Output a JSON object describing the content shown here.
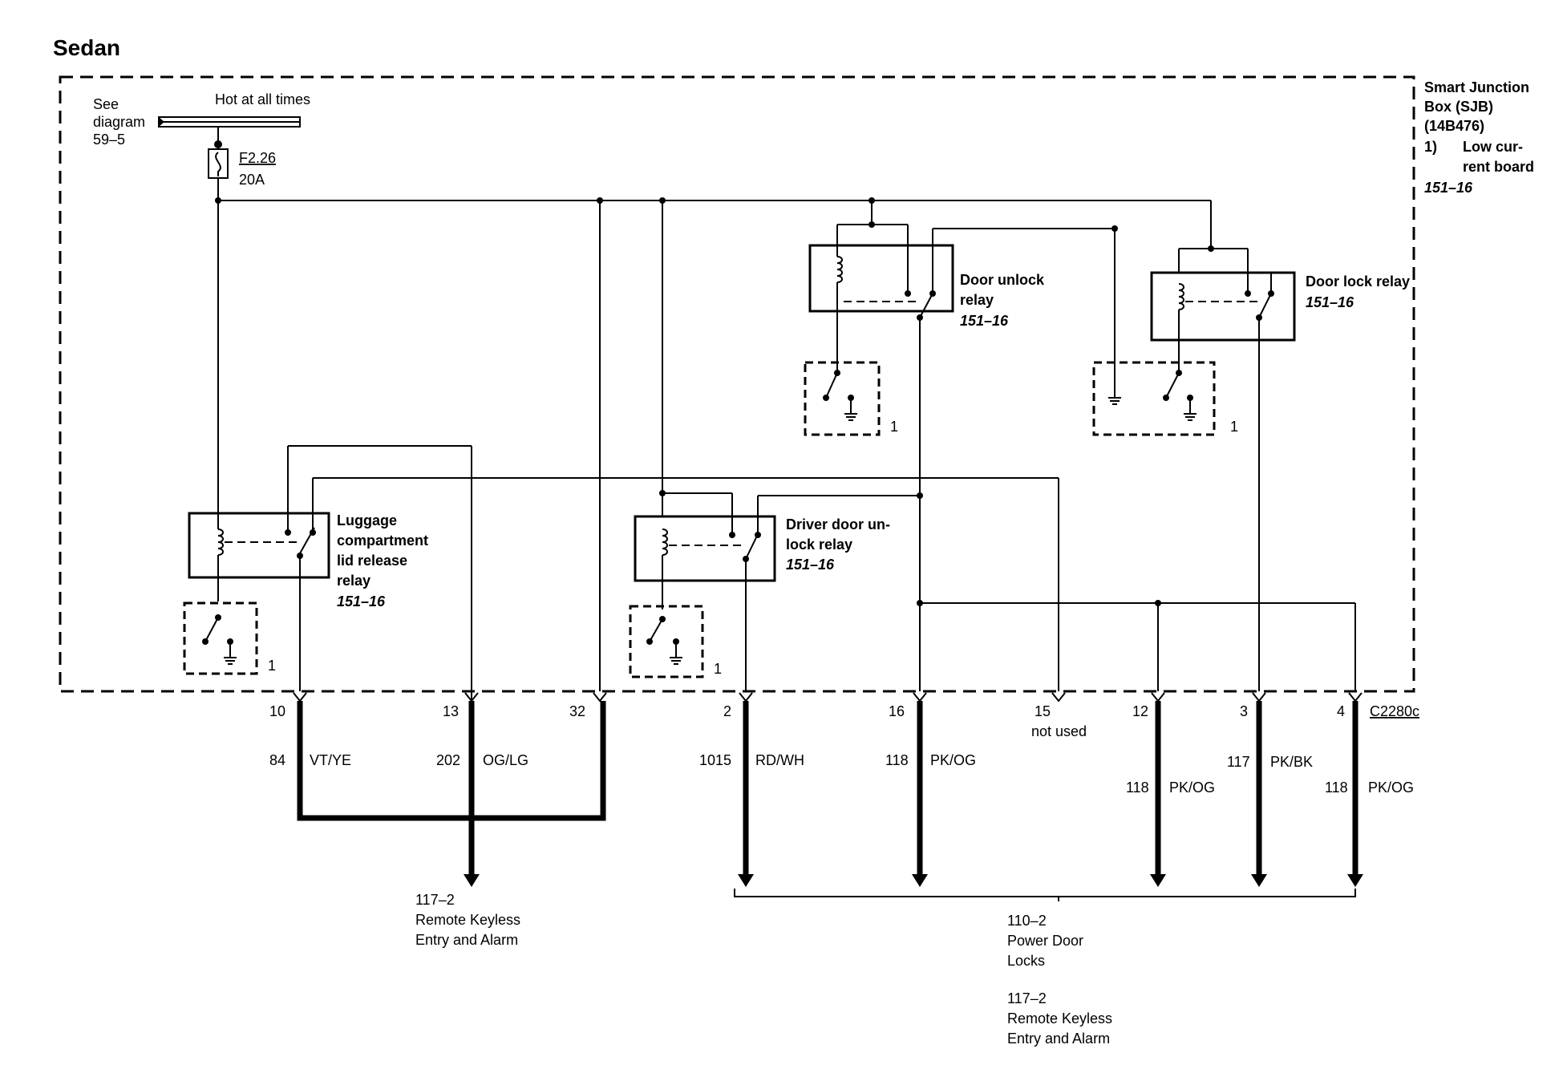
{
  "title": "Sedan",
  "supply": {
    "see_diagram": [
      "See",
      "diagram",
      "59–5"
    ],
    "hot_label": "Hot at all times",
    "fuse_id": "F2.26",
    "fuse_rating": "20A"
  },
  "sjb_label": {
    "lines": [
      "Smart Junction",
      "Box (SJB)",
      "(14B476)"
    ],
    "note_num": "1)",
    "note_lines": [
      "Low cur-",
      "rent board"
    ],
    "ref": "151–16"
  },
  "relays": {
    "luggage": {
      "lines": [
        "Luggage",
        "compartment",
        "lid release",
        "relay"
      ],
      "ref": "151–16"
    },
    "driver_door": {
      "lines": [
        "Driver door un-",
        "lock relay"
      ],
      "ref": "151–16"
    },
    "door_unlock": {
      "lines": [
        "Door unlock",
        "relay"
      ],
      "ref": "151–16"
    },
    "door_lock": {
      "lines": [
        "Door lock relay"
      ],
      "ref": "151–16"
    }
  },
  "note_marks": [
    "1",
    "1",
    "1",
    "1"
  ],
  "connector": "C2280c",
  "pins": [
    {
      "pin": "10",
      "circuit": "84",
      "color": "VT/YE"
    },
    {
      "pin": "13",
      "circuit": "202",
      "color": "OG/LG"
    },
    {
      "pin": "32"
    },
    {
      "pin": "2",
      "circuit": "1015",
      "color": "RD/WH"
    },
    {
      "pin": "16",
      "circuit": "118",
      "color": "PK/OG"
    },
    {
      "pin": "15",
      "note": "not used"
    },
    {
      "pin": "12",
      "circuit": "118",
      "color": "PK/OG"
    },
    {
      "pin": "3",
      "circuit": "117",
      "color": "PK/BK"
    },
    {
      "pin": "4",
      "circuit": "118",
      "color": "PK/OG"
    }
  ],
  "destinations": {
    "left": [
      "117–2",
      "Remote Keyless",
      "Entry and Alarm"
    ],
    "right_a": [
      "110–2",
      "Power Door",
      "Locks"
    ],
    "right_b": [
      "117–2",
      "Remote Keyless",
      "Entry and Alarm"
    ]
  }
}
